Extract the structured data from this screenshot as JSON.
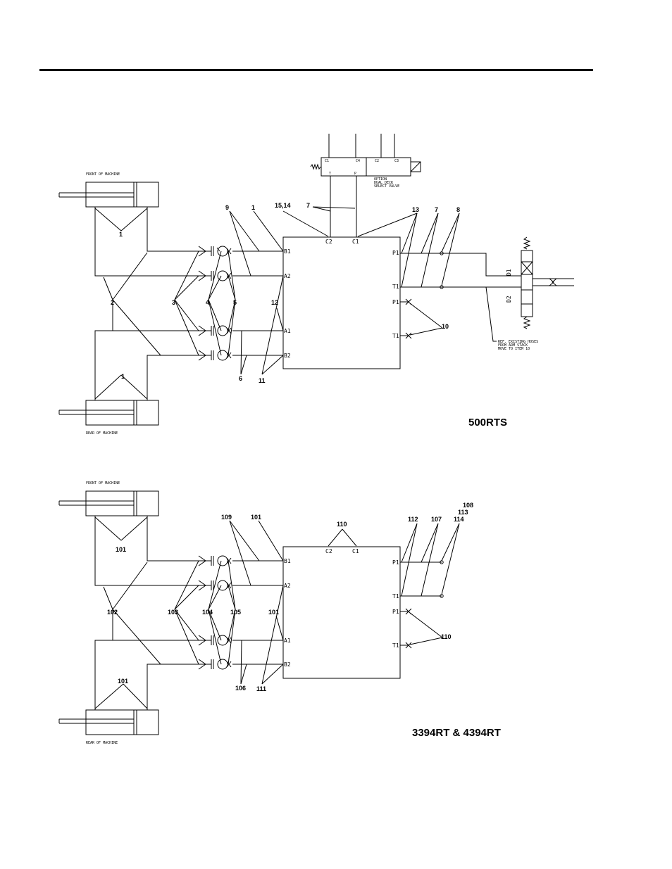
{
  "diagram_top": {
    "model": "500RTS",
    "front_label": "FRONT OF MACHINE",
    "rear_label": "REAR OF MACHINE",
    "valve_note": [
      "OPTION",
      "DUAL DECK",
      "SELECT VALVE"
    ],
    "ref_note": [
      "REF. EXISTING HOSES",
      "FROM ARM STACK",
      "MOVE TO ITEM 10"
    ],
    "valve_ports": [
      "C1",
      "C4",
      "C2",
      "C3",
      "T",
      "P"
    ],
    "block_ports_left": [
      "B1",
      "A2",
      "A1",
      "B2"
    ],
    "block_ports_top": [
      "C2",
      "C1"
    ],
    "block_ports_right": [
      "P1",
      "T1",
      "P1",
      "T1"
    ],
    "side_labels": [
      "D1",
      "D2"
    ],
    "callouts": {
      "c1a": "1",
      "c1b": "1",
      "c1c": "1",
      "c2": "2",
      "c3": "3",
      "c4": "4",
      "c5": "5",
      "c6": "6",
      "c7a": "7",
      "c7b": "7",
      "c8": "8",
      "c9": "9",
      "c10": "10",
      "c11": "11",
      "c12": "12",
      "c13": "13",
      "c1514": "15,14"
    }
  },
  "diagram_bottom": {
    "model": "3394RT & 4394RT",
    "front_label": "FRONT OF MACHINE",
    "rear_label": "REAR OF MACHINE",
    "block_ports_left": [
      "B1",
      "A2",
      "A1",
      "B2"
    ],
    "block_ports_top": [
      "C2",
      "C1"
    ],
    "block_ports_right": [
      "P1",
      "T1",
      "P1",
      "T1"
    ],
    "callouts": {
      "c101a": "101",
      "c101b": "101",
      "c101c": "101",
      "c101d": "101",
      "c102": "102",
      "c103": "103",
      "c104": "104",
      "c105": "105",
      "c106": "106",
      "c107": "107",
      "c108": "108",
      "c109": "109",
      "c110a": "110",
      "c110b": "110",
      "c111": "111",
      "c112": "112",
      "c113": "113",
      "c114": "114"
    }
  }
}
